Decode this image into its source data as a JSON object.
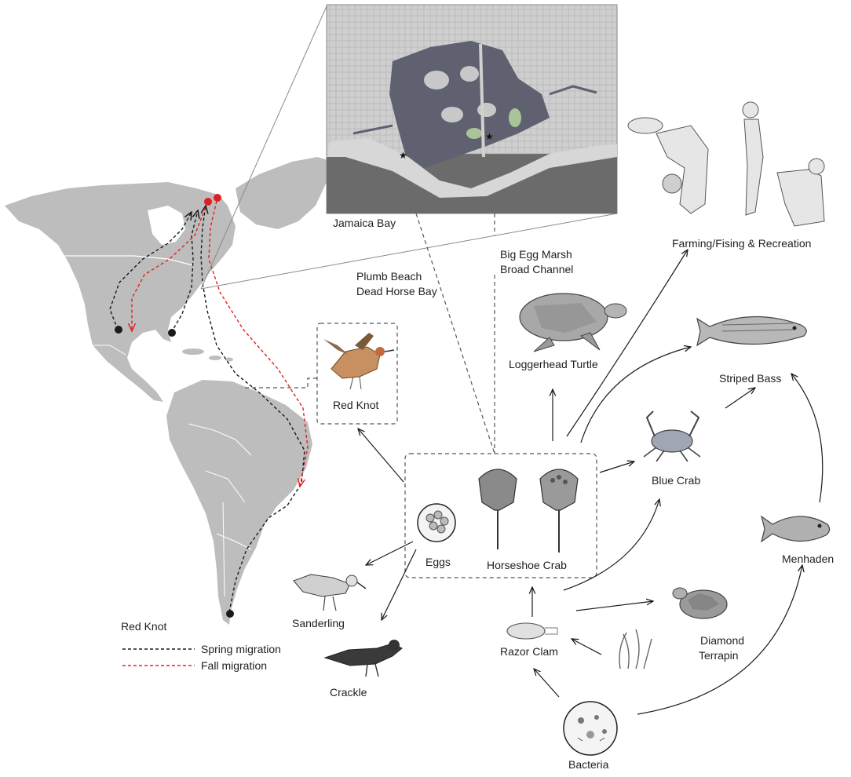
{
  "labels": {
    "jamaica_bay": "Jamaica Bay",
    "big_egg_marsh": "Big Egg Marsh",
    "broad_channel": "Broad Channel",
    "plumb_beach": "Plumb Beach",
    "dead_horse_bay": "Dead Horse Bay",
    "farming": "Farming/Fising & Recreation",
    "loggerhead": "Loggerhead Turtle",
    "striped_bass": "Striped Bass",
    "red_knot_box": "Red Knot",
    "blue_crab": "Blue Crab",
    "horseshoe_crab": "Horseshoe Crab",
    "eggs": "Eggs",
    "menhaden": "Menhaden",
    "sanderling": "Sanderling",
    "diamond_terrapin_1": "Diamond",
    "diamond_terrapin_2": "Terrapin",
    "razor_clam": "Razor Clam",
    "crackle": "Crackle",
    "bacteria": "Bacteria"
  },
  "legend": {
    "title": "Red Knot",
    "spring": "Spring migration",
    "fall": "Fall migration"
  },
  "colors": {
    "land": "#bdbdbd",
    "land_border": "#ffffff",
    "spring_line": "#1a1a1a",
    "fall_line": "#e02020",
    "arrow": "#1a1a1a",
    "water_dark": "#5f6170",
    "inset_land": "#c8c8c8"
  }
}
